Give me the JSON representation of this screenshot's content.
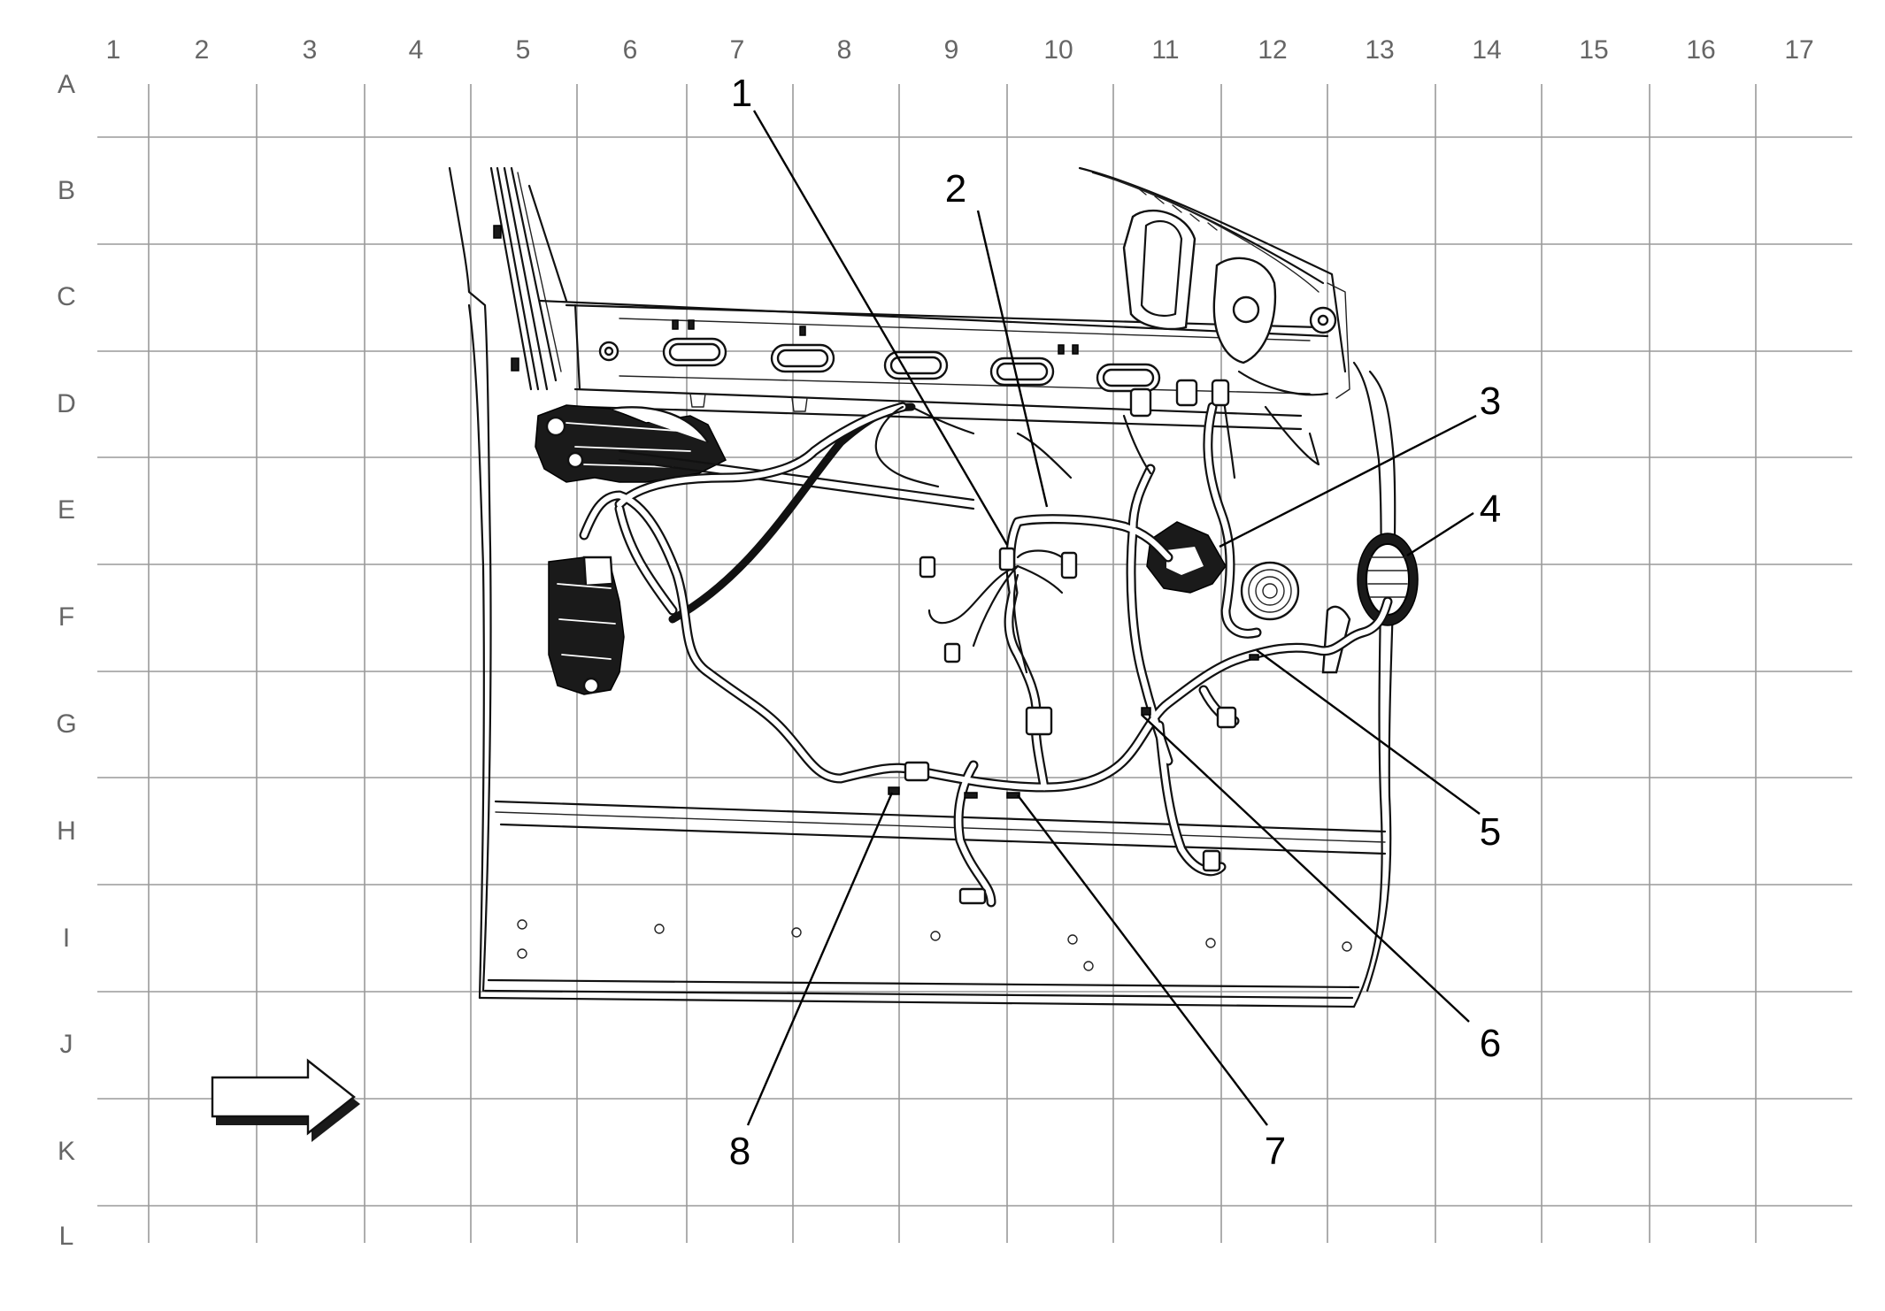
{
  "grid": {
    "columns": [
      "1",
      "2",
      "3",
      "4",
      "5",
      "6",
      "7",
      "8",
      "9",
      "10",
      "11",
      "12",
      "13",
      "14",
      "15",
      "16",
      "17"
    ],
    "rows": [
      "A",
      "B",
      "C",
      "D",
      "E",
      "F",
      "G",
      "H",
      "I",
      "J",
      "K",
      "L"
    ]
  },
  "callouts": [
    "1",
    "2",
    "3",
    "4",
    "5",
    "6",
    "7",
    "8"
  ],
  "orientation_arrow": "right-arrow-icon"
}
